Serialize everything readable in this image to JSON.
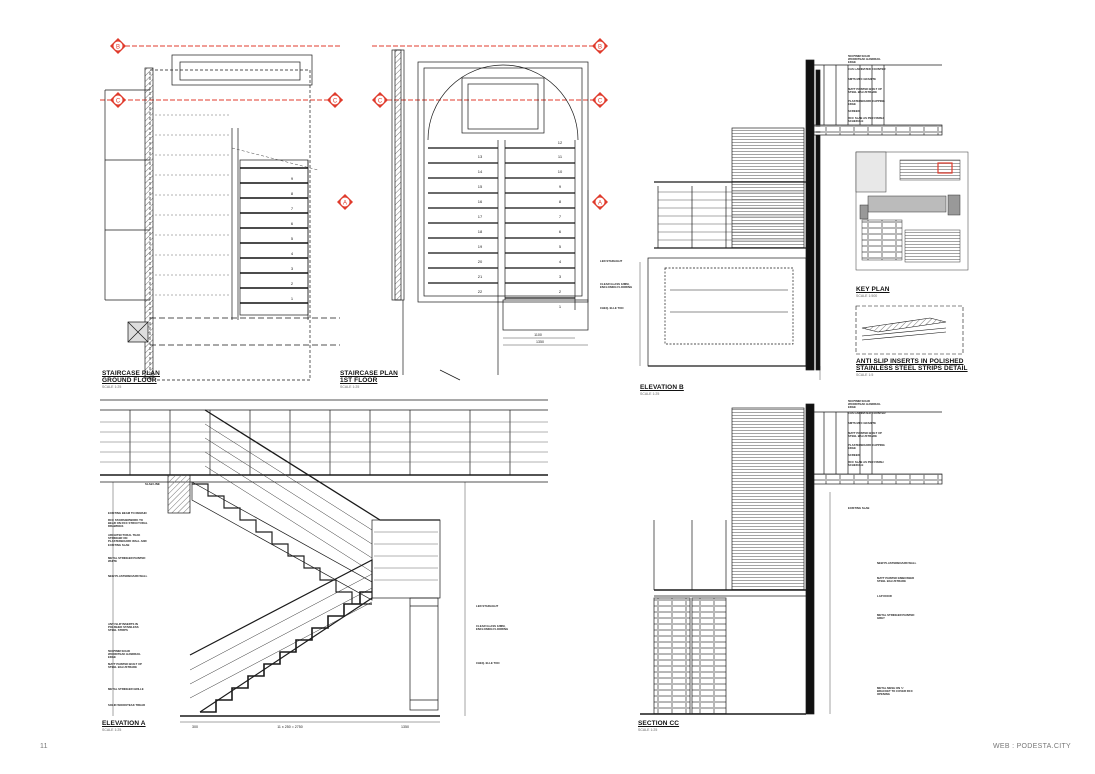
{
  "page_number": "11",
  "footer_web": "WEB : PODESTA.CITY",
  "titles": {
    "plan_ground": [
      "STAIRCASE PLAN",
      "GROUND FLOOR"
    ],
    "plan_first": [
      "STAIRCASE PLAN",
      "1ST FLOOR"
    ],
    "elevation_b": "ELEVATION B",
    "key_plan": "KEY PLAN",
    "antislip": [
      "ANTI SLIP INSERTS IN POLISHED",
      "STAINLESS STEEL STRIPS DETAIL"
    ],
    "elevation_a": "ELEVATION A",
    "section_cc": "SECTION CC"
  },
  "scales": {
    "plan_ground": "SCALE 1:25",
    "plan_first": "SCALE 1:25",
    "elevation_b": "SCALE 1:25",
    "key_plan": "SCALE 1:500",
    "antislip": "SCALE 1:5",
    "elevation_a": "SCALE 1:25",
    "section_cc": "SCALE 1:25"
  },
  "section_markers": {
    "b": "B",
    "c": "C",
    "a": "A"
  },
  "colors": {
    "marker": "#e03b2c",
    "line": "#1a1a1a",
    "hatch": "#888888",
    "glass": "#9a9a9a"
  },
  "plan_ground_steps": [
    "9",
    "8",
    "7",
    "6",
    "5",
    "4",
    "3",
    "2",
    "1"
  ],
  "plan_first_steps_left": [
    "13",
    "14",
    "15",
    "16",
    "17",
    "18",
    "19",
    "20",
    "21",
    "22"
  ],
  "plan_first_steps_right": [
    "12",
    "11",
    "10",
    "9",
    "8",
    "7",
    "6",
    "5",
    "4",
    "3",
    "2",
    "1"
  ],
  "notes": {
    "elev_b": [
      "LED STARLIGHT",
      "CLEAR GLASS 12mm, ENCLOSING FLOORING",
      "CHEQ. ELLE TOO"
    ],
    "elev_b_right": [
      "50X75mm SOLID WOOD/TEAK HANDRAIL EDGE",
      "CAS LAMINATED COUNTER",
      "SMTS MFC GRANITE",
      "MATT PAINTED BUILT UP STEEL BALUSTRADE",
      "PLASTERBOARD CAPPING EDGE",
      "SCREED",
      "RCC SLAB AS PER FINISH SCHEDULE"
    ],
    "elev_a_left": [
      "SLAB LINE",
      "EXISTING BEAM TO REMAIN",
      "RCC STAIRS/ERWORK TO BEAR ON RCC STRUCTURAL DRAWINGS",
      "ARCHITECTURAL TEAK STRINGER ON PLASTERBOARD WALL AND EXISTING SLAB",
      "METAL STRINGER PAINTED WHITE",
      "NEW PLASTERBOARD WALL",
      "ANTI SLIP INSERTS IN POLISHED STAINLESS STEEL STRIPS",
      "50X75mm SOLID WOOD/TEAK HANDRAIL EDGE",
      "MATT PAINTED BUILT UP STEEL BALUSTRADE",
      "METAL STRINGER GRILLE",
      "SOLID WOOD/TEAK TREAD"
    ],
    "elev_a_right": [
      "LED STARLIGHT",
      "CLEAR GLASS 12mm, ENCLOSING FLOORING",
      "CHEQ. ELLE TOO"
    ],
    "section_right_top": [
      "50X75mm SOLID WOOD/TEAK HANDRAIL EDGE",
      "CAS LAMINATED COUNTER",
      "SMTS MFC GRANITE",
      "MATT PAINTED BUILT UP STEEL BALUSTRADE",
      "PLASTERBOARD CAPPING EDGE",
      "SCREED",
      "RCC SLAB AS PER FINISH SCHEDULE",
      "EXISTING SLAB"
    ],
    "section_right_bottom": [
      "NEW PLASTERBOARD WALL",
      "MATT PAINTED EMBOSSED STEEL BALUSTRADE",
      "LAP DOOR",
      "METAL STRINGER PAINTED GREY",
      "METAL MESH ON 'L' BRACKET TO COVER RCC OPENING"
    ]
  },
  "dimensions": {
    "plan_first_bottom": [
      "1100",
      "1350"
    ],
    "elev_a_bottom": [
      "300",
      "11 x 250 = 2750",
      "1350"
    ]
  }
}
